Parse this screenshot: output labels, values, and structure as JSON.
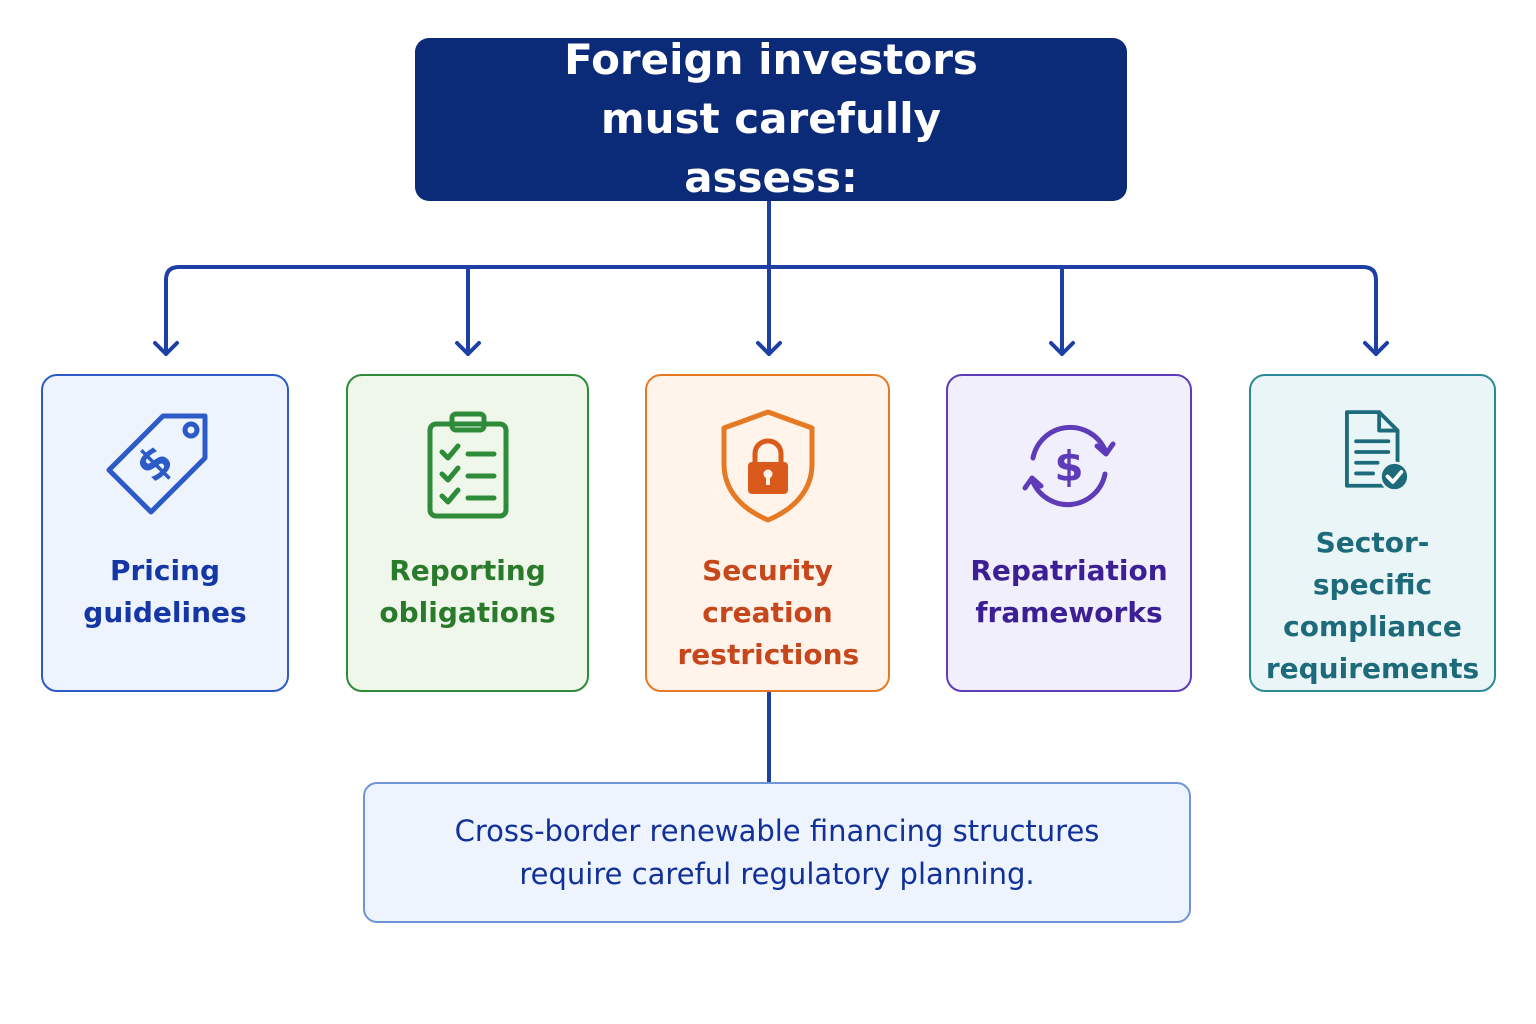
{
  "header": {
    "title": "Foreign investors must carefully assess:"
  },
  "items": [
    {
      "label": "Pricing guidelines",
      "icon": "price-tag-icon",
      "color": "#2c5bc8"
    },
    {
      "label": "Reporting obligations",
      "icon": "checklist-icon",
      "color": "#2e8b3a"
    },
    {
      "label": "Security creation restrictions",
      "icon": "shield-lock-icon",
      "color": "#e67a24"
    },
    {
      "label": "Repatriation frameworks",
      "icon": "currency-cycle-icon",
      "color": "#5e3bb8"
    },
    {
      "label": "Sector-specific compliance requirements",
      "icon": "document-check-icon",
      "color": "#2b8a97"
    }
  ],
  "note": {
    "text": "Cross-border renewable financing structures require careful regulatory planning."
  },
  "colors": {
    "header_bg": "#0b2a78",
    "connector": "#1e3fa3"
  }
}
